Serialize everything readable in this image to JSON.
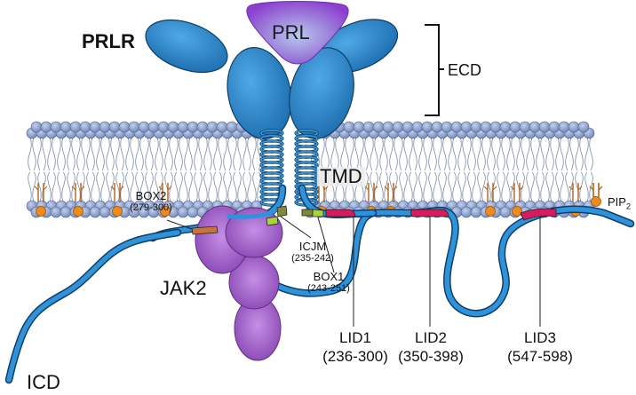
{
  "labels": {
    "receptor": "PRLR",
    "ligand": "PRL",
    "ecd": "ECD",
    "tmd": "TMD",
    "pip2": "PIP",
    "pip2_sub": "2",
    "box2": "BOX2",
    "box2_range": "(279-300)",
    "icjm": "ICJM",
    "icjm_range": "(235-242)",
    "box1": "BOX1",
    "box1_range": "(243-251)",
    "jak2": "JAK2",
    "lid1": "LID1",
    "lid1_range": "(236-300)",
    "lid2": "LID2",
    "lid2_range": "(350-398)",
    "lid3": "LID3",
    "lid3_range": "(547-598)",
    "icd": "ICD"
  },
  "colors": {
    "receptor_blue": "#2a86c8",
    "ligand_purple": "#8d4fd0",
    "lipid_head": "#8a9fc8",
    "pip2_orange": "#f08a1c",
    "lid_magenta": "#d81b5c",
    "box2_orange": "#c9733a",
    "box1_green": "#a6d63a",
    "icjm_olive": "#7d8a3a",
    "jak2_purple": "#9a5ac0"
  }
}
